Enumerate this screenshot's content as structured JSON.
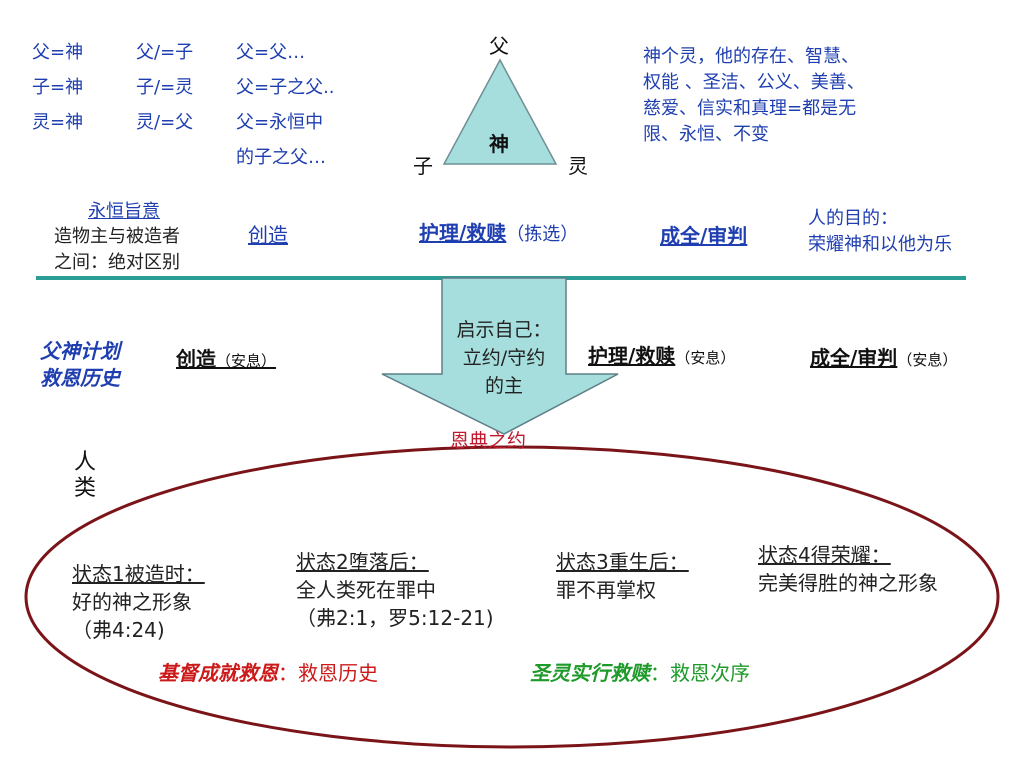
{
  "equivalence": {
    "col1": [
      "父=神",
      "子=神",
      "灵=神"
    ],
    "col2": [
      "父/=子",
      "子/=灵",
      "灵/=父"
    ],
    "col3": [
      "父=父…",
      "父=子之父..",
      "父=永恒中",
      "的子之父…"
    ]
  },
  "trinity": {
    "top": "父",
    "left": "子",
    "right": "灵",
    "center": "神"
  },
  "attributes": [
    "神个灵，他的存在、智慧、",
    "权能 、圣洁、公义、美善、",
    "慈爱、信实和真理=都是无",
    "限、永恒、不变"
  ],
  "decree": {
    "title": "永恒旨意",
    "lines": [
      "造物主与被造者",
      "之间：绝对区别"
    ],
    "creation": "创造",
    "providence": "护理/救赎",
    "providence_note": "（拣选）",
    "consummation": "成全/审判",
    "purpose_lines": [
      "人的目的：",
      "荣耀神和以他为乐"
    ]
  },
  "revelation": {
    "arrow_lines": [
      "启示自己：",
      "立约/守约",
      "的主"
    ]
  },
  "history": {
    "label_lines": [
      "父神计划",
      "救恩历史"
    ],
    "creation": "创造",
    "providence": "护理/救赎",
    "consummation": "成全/审判",
    "rest_note": "（安息）"
  },
  "covenant": "恩典之约",
  "mankind_lines": [
    "人",
    "类"
  ],
  "states": [
    {
      "title": "状态1被造时：",
      "lines": [
        "好的神之形象",
        "（弗4:24)"
      ]
    },
    {
      "title": "状态2堕落后：",
      "lines": [
        "全人类死在罪中",
        "（弗2:1，罗5:12-21)"
      ]
    },
    {
      "title": "状态3重生后：",
      "lines": [
        "罪不再掌权"
      ]
    },
    {
      "title": "状态4得荣耀：",
      "lines": [
        "完美得胜的神之形象"
      ]
    }
  ],
  "christ": {
    "lead": "基督成就救恩",
    "rest": "：救恩历史"
  },
  "spirit": {
    "lead": "圣灵实行救赎",
    "rest": "：救恩次序"
  },
  "colors": {
    "text_blue": "#1f3fb0",
    "triangle_fill": "#a6dede",
    "teal_rule": "#2a9d96",
    "ellipse_stroke": "#7a1418",
    "covenant_red": "#c0182c",
    "christ_red": "#cc1a1a",
    "spirit_green": "#1e9a2a"
  }
}
